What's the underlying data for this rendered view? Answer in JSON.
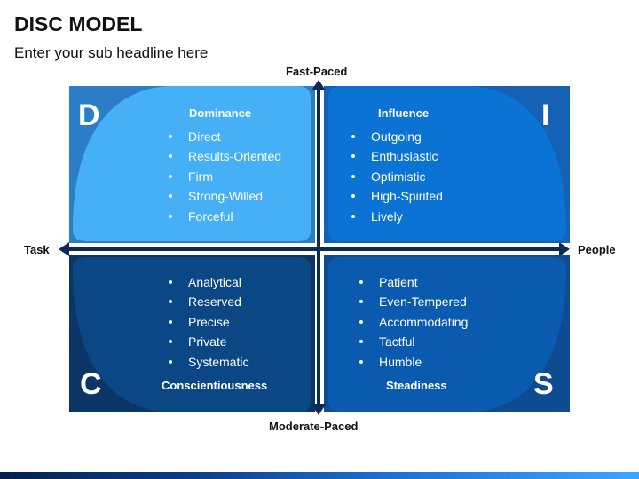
{
  "header": {
    "title": "DISC MODEL",
    "subtitle": "Enter your sub headline here"
  },
  "axes": {
    "top": "Fast-Paced",
    "bottom": "Moderate-Paced",
    "left": "Task",
    "right": "People"
  },
  "quadrants": {
    "d": {
      "letter": "D",
      "title": "Dominance",
      "items": [
        "Direct",
        "Results-Oriented",
        "Firm",
        "Strong-Willed",
        "Forceful"
      ],
      "frame_color": "#2b7dc7",
      "blob_color": "#45b0f5"
    },
    "i": {
      "letter": "I",
      "title": "Influence",
      "items": [
        "Outgoing",
        "Enthusiastic",
        "Optimistic",
        "High-Spirited",
        "Lively"
      ],
      "frame_color": "#1461b6",
      "blob_color": "#0a73d3"
    },
    "c": {
      "letter": "C",
      "title": "Conscientiousness",
      "items": [
        "Analytical",
        "Reserved",
        "Precise",
        "Private",
        "Systematic"
      ],
      "frame_color": "#0c3567",
      "blob_color": "#0b4785"
    },
    "s": {
      "letter": "S",
      "title": "Steadiness",
      "items": [
        "Patient",
        "Even-Tempered",
        "Accommodating",
        "Tactful",
        "Humble"
      ],
      "frame_color": "#0e4c92",
      "blob_color": "#0a5aaf"
    }
  },
  "colors": {
    "axis": "#0b2a55"
  },
  "icons": {
    "axis_arrows": "double-headed-arrow-icon"
  }
}
